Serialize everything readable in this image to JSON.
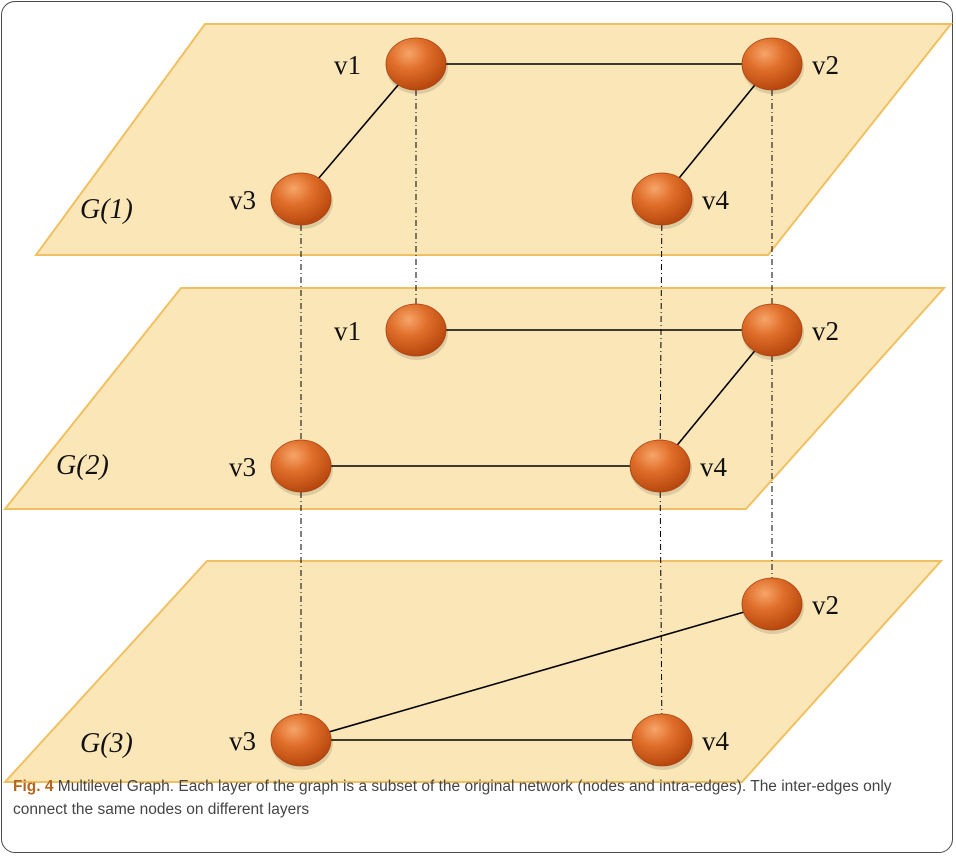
{
  "colors": {
    "layer_fill": "#fbe6b8",
    "layer_stroke": "#f0c060",
    "node_fill": "#d2581a",
    "node_highlight": "#f6a56a",
    "edge": "#000000",
    "caption_label": "#b5651d",
    "caption_text": "#444444"
  },
  "layers": [
    {
      "id": "layer-1",
      "label": "G(1)",
      "nodes": [
        {
          "id": "v1",
          "label": "v1"
        },
        {
          "id": "v2",
          "label": "v2"
        },
        {
          "id": "v3",
          "label": "v3"
        },
        {
          "id": "v4",
          "label": "v4"
        }
      ],
      "intra_edges": [
        [
          "v1",
          "v2"
        ],
        [
          "v1",
          "v3"
        ],
        [
          "v2",
          "v4"
        ]
      ]
    },
    {
      "id": "layer-2",
      "label": "G(2)",
      "nodes": [
        {
          "id": "v1",
          "label": "v1"
        },
        {
          "id": "v2",
          "label": "v2"
        },
        {
          "id": "v3",
          "label": "v3"
        },
        {
          "id": "v4",
          "label": "v4"
        }
      ],
      "intra_edges": [
        [
          "v1",
          "v2"
        ],
        [
          "v3",
          "v4"
        ],
        [
          "v2",
          "v4"
        ]
      ]
    },
    {
      "id": "layer-3",
      "label": "G(3)",
      "nodes": [
        {
          "id": "v2",
          "label": "v2"
        },
        {
          "id": "v3",
          "label": "v3"
        },
        {
          "id": "v4",
          "label": "v4"
        }
      ],
      "intra_edges": [
        [
          "v3",
          "v2"
        ],
        [
          "v3",
          "v4"
        ]
      ]
    }
  ],
  "inter_edges": [
    {
      "node": "v1",
      "from": "layer-1",
      "to": "layer-2"
    },
    {
      "node": "v3",
      "from": "layer-1",
      "to": "layer-2"
    },
    {
      "node": "v3",
      "from": "layer-2",
      "to": "layer-3"
    },
    {
      "node": "v4",
      "from": "layer-1",
      "to": "layer-2"
    },
    {
      "node": "v4",
      "from": "layer-2",
      "to": "layer-3"
    },
    {
      "node": "v2",
      "from": "layer-1",
      "to": "layer-2"
    },
    {
      "node": "v2",
      "from": "layer-2",
      "to": "layer-3"
    }
  ],
  "caption": {
    "label": "Fig. 4",
    "text": " Multilevel Graph. Each layer of the graph is a subset of the original network (nodes and intra-edges). The inter-edges only connect the same nodes on different layers"
  }
}
